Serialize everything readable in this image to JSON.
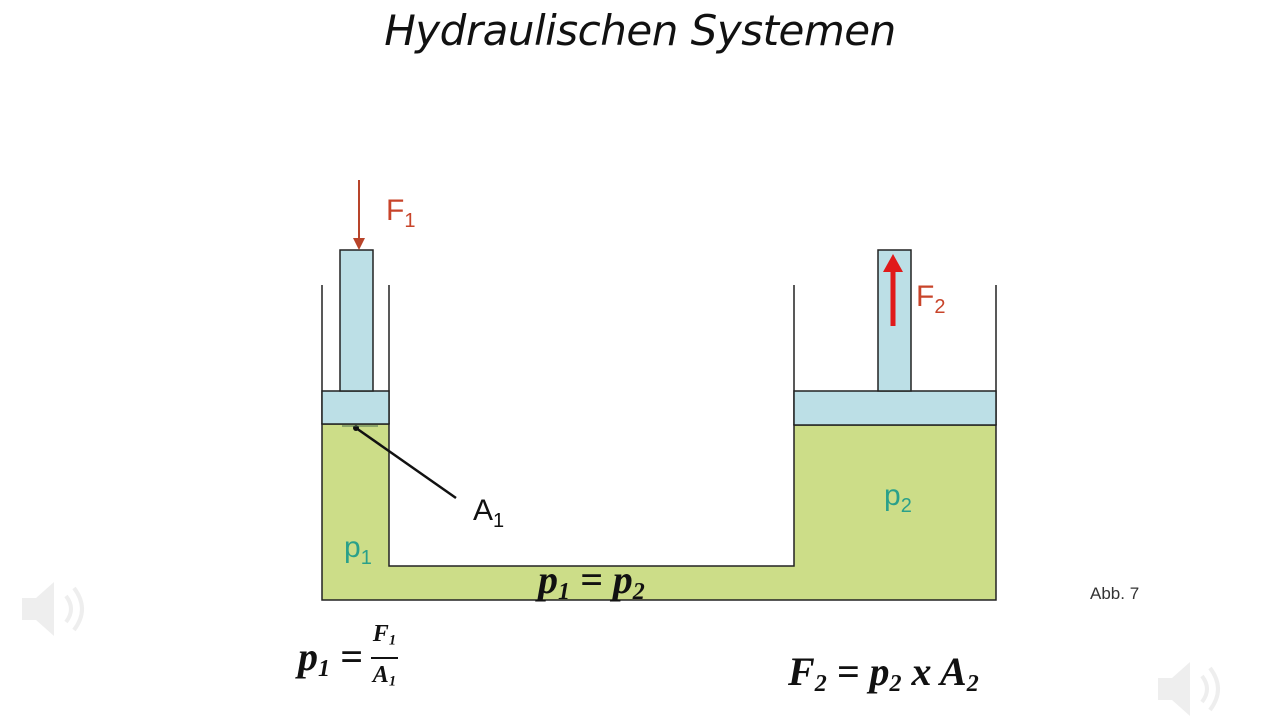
{
  "title": "Hydraulischen Systemen",
  "figure_label": "Abb. 7",
  "labels": {
    "force1": {
      "base": "F",
      "sub": "1"
    },
    "force2": {
      "base": "F",
      "sub": "2"
    },
    "area1": {
      "base": "A",
      "sub": "1"
    },
    "pressure1": {
      "base": "p",
      "sub": "1"
    },
    "pressure2": {
      "base": "p",
      "sub": "2"
    }
  },
  "equations": {
    "equal": {
      "lhs": "p",
      "lhs_sub": "1",
      "op": " = ",
      "rhs": "p",
      "rhs_sub": "2"
    },
    "p1_def": {
      "lhs": "p",
      "lhs_sub": "1",
      "op": " =",
      "num": "F",
      "num_sub": "1",
      "den": "A",
      "den_sub": "1"
    },
    "f2_def": {
      "lhs": "F",
      "lhs_sub": "2",
      "op": " = ",
      "p": "p",
      "p_sub": "2",
      "times": " x ",
      "a": "A",
      "a_sub": "2"
    }
  },
  "colors": {
    "fluid": "#ccdd88",
    "piston": "#bcdfe6",
    "force1_arrow": "#b8442a",
    "force2_arrow": "#e01a1a",
    "force_label": "#c8442a",
    "pressure_label": "#2aa08a",
    "outline": "#222222"
  },
  "icons": [
    "speaker-icon"
  ]
}
